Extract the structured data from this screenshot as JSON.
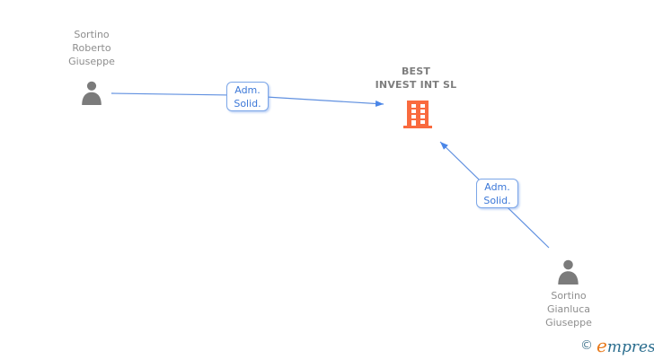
{
  "diagram": {
    "nodes": {
      "person_left": {
        "type": "person",
        "lines": [
          "Sortino",
          "Roberto",
          "Giuseppe"
        ]
      },
      "company": {
        "type": "company",
        "lines": [
          "BEST",
          "INVEST INT SL"
        ]
      },
      "person_right": {
        "type": "person",
        "lines": [
          "Sortino",
          "Gianluca",
          "Giuseppe"
        ]
      }
    },
    "edges": [
      {
        "from": "person_left",
        "to": "company",
        "lines": [
          "Adm.",
          "Solid."
        ]
      },
      {
        "from": "person_right",
        "to": "company",
        "lines": [
          "Adm.",
          "Solid."
        ]
      }
    ],
    "colors": {
      "edge_blue": "#6090e0",
      "arrow_blue": "#4a86e8",
      "edge_label_blue": "#3c78d8",
      "edge_box_border": "#7ca6e8",
      "person_gray": "#7b7b7b",
      "text_gray": "#8e8e8e",
      "company_text_gray": "#7e7e7e",
      "building_orange": "#f96a3e",
      "brand_orange": "#e87a1c",
      "brand_teal": "#2a6d8e"
    }
  },
  "watermark": {
    "copyright": "©",
    "brand_initial": "e",
    "brand_rest": "mpresia"
  }
}
